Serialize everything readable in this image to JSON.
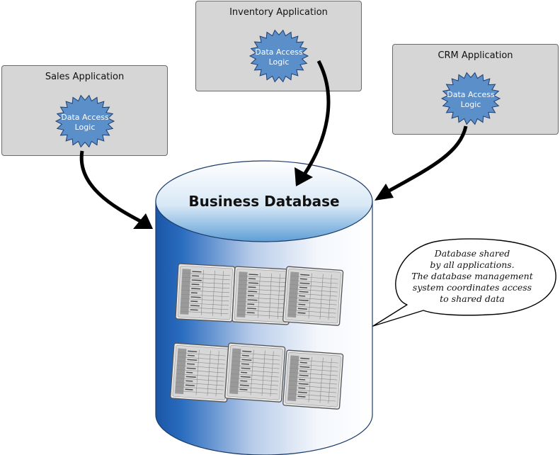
{
  "applications": {
    "sales": {
      "title": "Sales Application",
      "logic_line1": "Data Access",
      "logic_line2": "Logic"
    },
    "inventory": {
      "title": "Inventory Application",
      "logic_line1": "Data Access",
      "logic_line2": "Logic"
    },
    "crm": {
      "title": "CRM Application",
      "logic_line1": "Data Access",
      "logic_line2": "Logic"
    }
  },
  "database": {
    "title": "Business Database"
  },
  "callout": {
    "line1": "Database shared",
    "line2": "by all applications.",
    "line3": "The database management",
    "line4": "system coordinates access",
    "line5": "to shared data"
  },
  "colors": {
    "box_fill": "#d6d6d6",
    "burst_fill": "#5b8fc9",
    "db_dark": "#1f5fae",
    "db_light": "#ffffff",
    "arrow": "#000000"
  },
  "icons": {
    "burst": "starburst",
    "table": "table-sheet-icon",
    "callout": "speech-bubble"
  }
}
